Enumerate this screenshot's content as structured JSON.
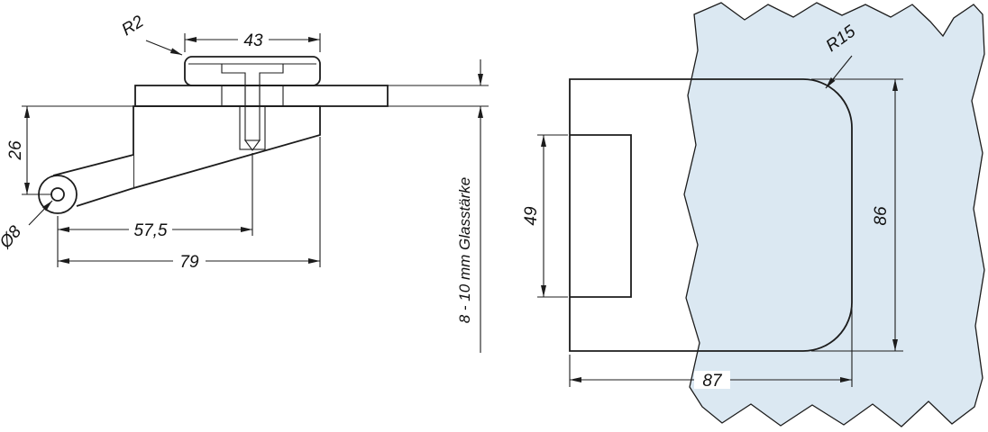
{
  "colors": {
    "glass": "#dbe8f2",
    "line": "#1c1c1c"
  },
  "left_view": {
    "labels": {
      "corner_radius": "R2",
      "cap_width": "43",
      "pivot_height": "26",
      "hole_diameter": "Ø8",
      "screw_distance": "57,5",
      "total_length": "79",
      "glass_thickness": "8 - 10 mm Glasstärke"
    }
  },
  "right_view": {
    "labels": {
      "corner_radius": "R15",
      "notch_height": "49",
      "body_height": "86",
      "body_width": "87"
    }
  }
}
